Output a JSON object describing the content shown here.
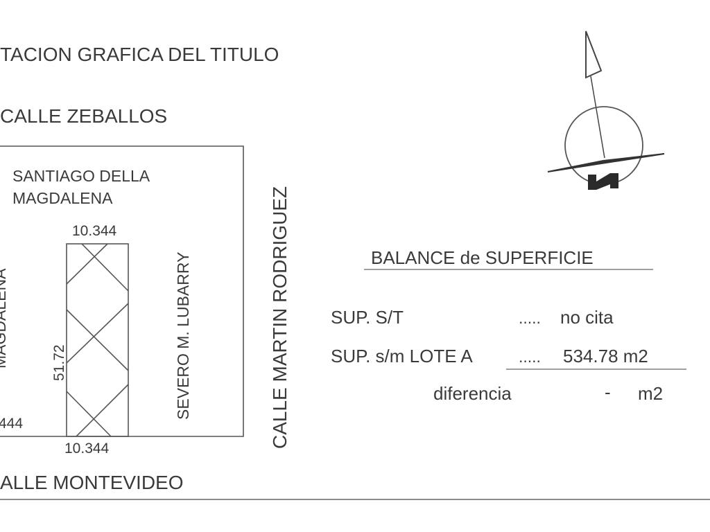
{
  "title": "TACION GRAFICA DEL TITULO",
  "streets": {
    "top": "CALLE ZEBALLOS",
    "bottom": "ALLE MONTEVIDEO",
    "right": "CALLE MARTIN RODRIGUEZ",
    "left_partial": "MAGDALENA"
  },
  "block": {
    "neighbor_top_line1": "SANTIAGO DELLA",
    "neighbor_top_line2": "MAGDALENA",
    "neighbor_right": "SEVERO M. LUBARRY",
    "left_dimension_partial": "444",
    "lot_top_width": "10.344",
    "lot_bottom_width": "10.344",
    "lot_depth": "51.72"
  },
  "compass": {
    "label": "N"
  },
  "balance": {
    "title": "BALANCE de SUPERFICIE",
    "rows": [
      {
        "label": "SUP. S/T",
        "dots": ".....",
        "value": "no cita"
      },
      {
        "label": "SUP. s/m LOTE A",
        "dots": ".....",
        "value": "534.78 m2"
      },
      {
        "label": "diferencia",
        "value": "-",
        "unit": "m2"
      }
    ]
  }
}
